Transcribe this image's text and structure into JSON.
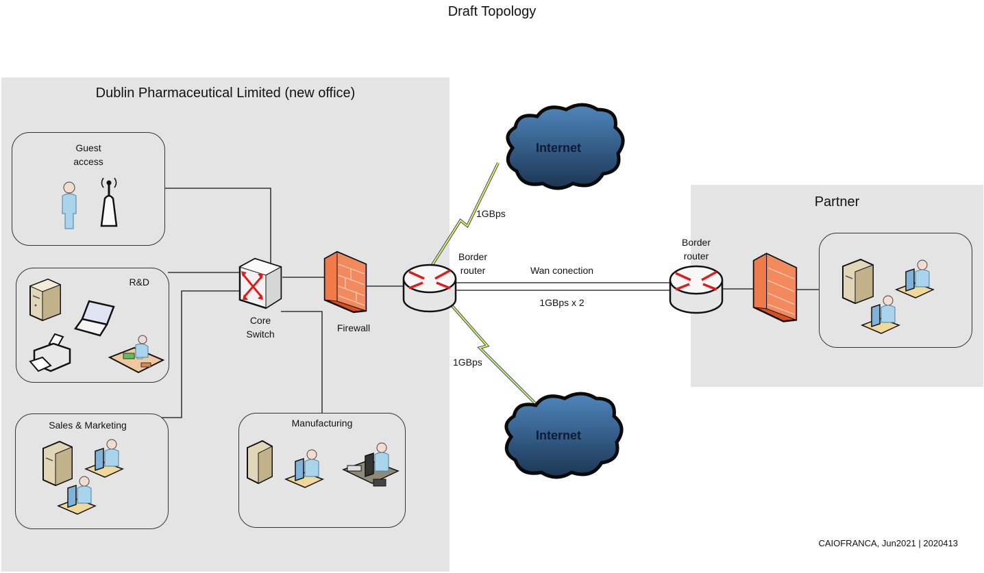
{
  "diagram": {
    "title": "Draft Topology",
    "footer": "CAIOFRANCA, Jun2021 | 2020413",
    "regions": {
      "dublin": {
        "title": "Dublin Pharmaceutical Limited (new office)",
        "groups": {
          "guest": {
            "label_line1": "Guest",
            "label_line2": "access",
            "devices": [
              "user-icon",
              "wireless-access-point-icon"
            ]
          },
          "rnd": {
            "label": "R&D",
            "devices": [
              "server-icon",
              "laptop-icon",
              "printer-icon",
              "lab-workstation-icon"
            ]
          },
          "sales": {
            "label": "Sales & Marketing",
            "devices": [
              "server-icon",
              "workstation-user-icon",
              "workstation-user-icon"
            ]
          },
          "manufacturing": {
            "label": "Manufacturing",
            "devices": [
              "server-icon",
              "workstation-user-icon",
              "industrial-workstation-icon"
            ]
          }
        },
        "core_switch": {
          "label_line1": "Core",
          "label_line2": "Switch"
        },
        "firewall": {
          "label": "Firewall"
        },
        "border_router": {
          "label_line1": "Border",
          "label_line2": "router"
        }
      },
      "partner": {
        "title": "Partner",
        "border_router": {
          "label_line1": "Border",
          "label_line2": "router"
        },
        "devices": [
          "server-icon",
          "workstation-user-icon",
          "workstation-user-icon"
        ]
      }
    },
    "internet_clouds": [
      {
        "label": "Internet",
        "link_speed": "1GBps"
      },
      {
        "label": "Internet",
        "link_speed": "1GBps"
      }
    ],
    "wan_link": {
      "label": "Wan conection",
      "speed": "1GBps x 2"
    },
    "colors": {
      "region_bg": "#e4e4e4",
      "firewall": "#f07a4a",
      "arrow_red": "#e31a1a",
      "cloud_blue": "#3d6fa3",
      "lightning_yellow": "#f2ef3a"
    }
  }
}
